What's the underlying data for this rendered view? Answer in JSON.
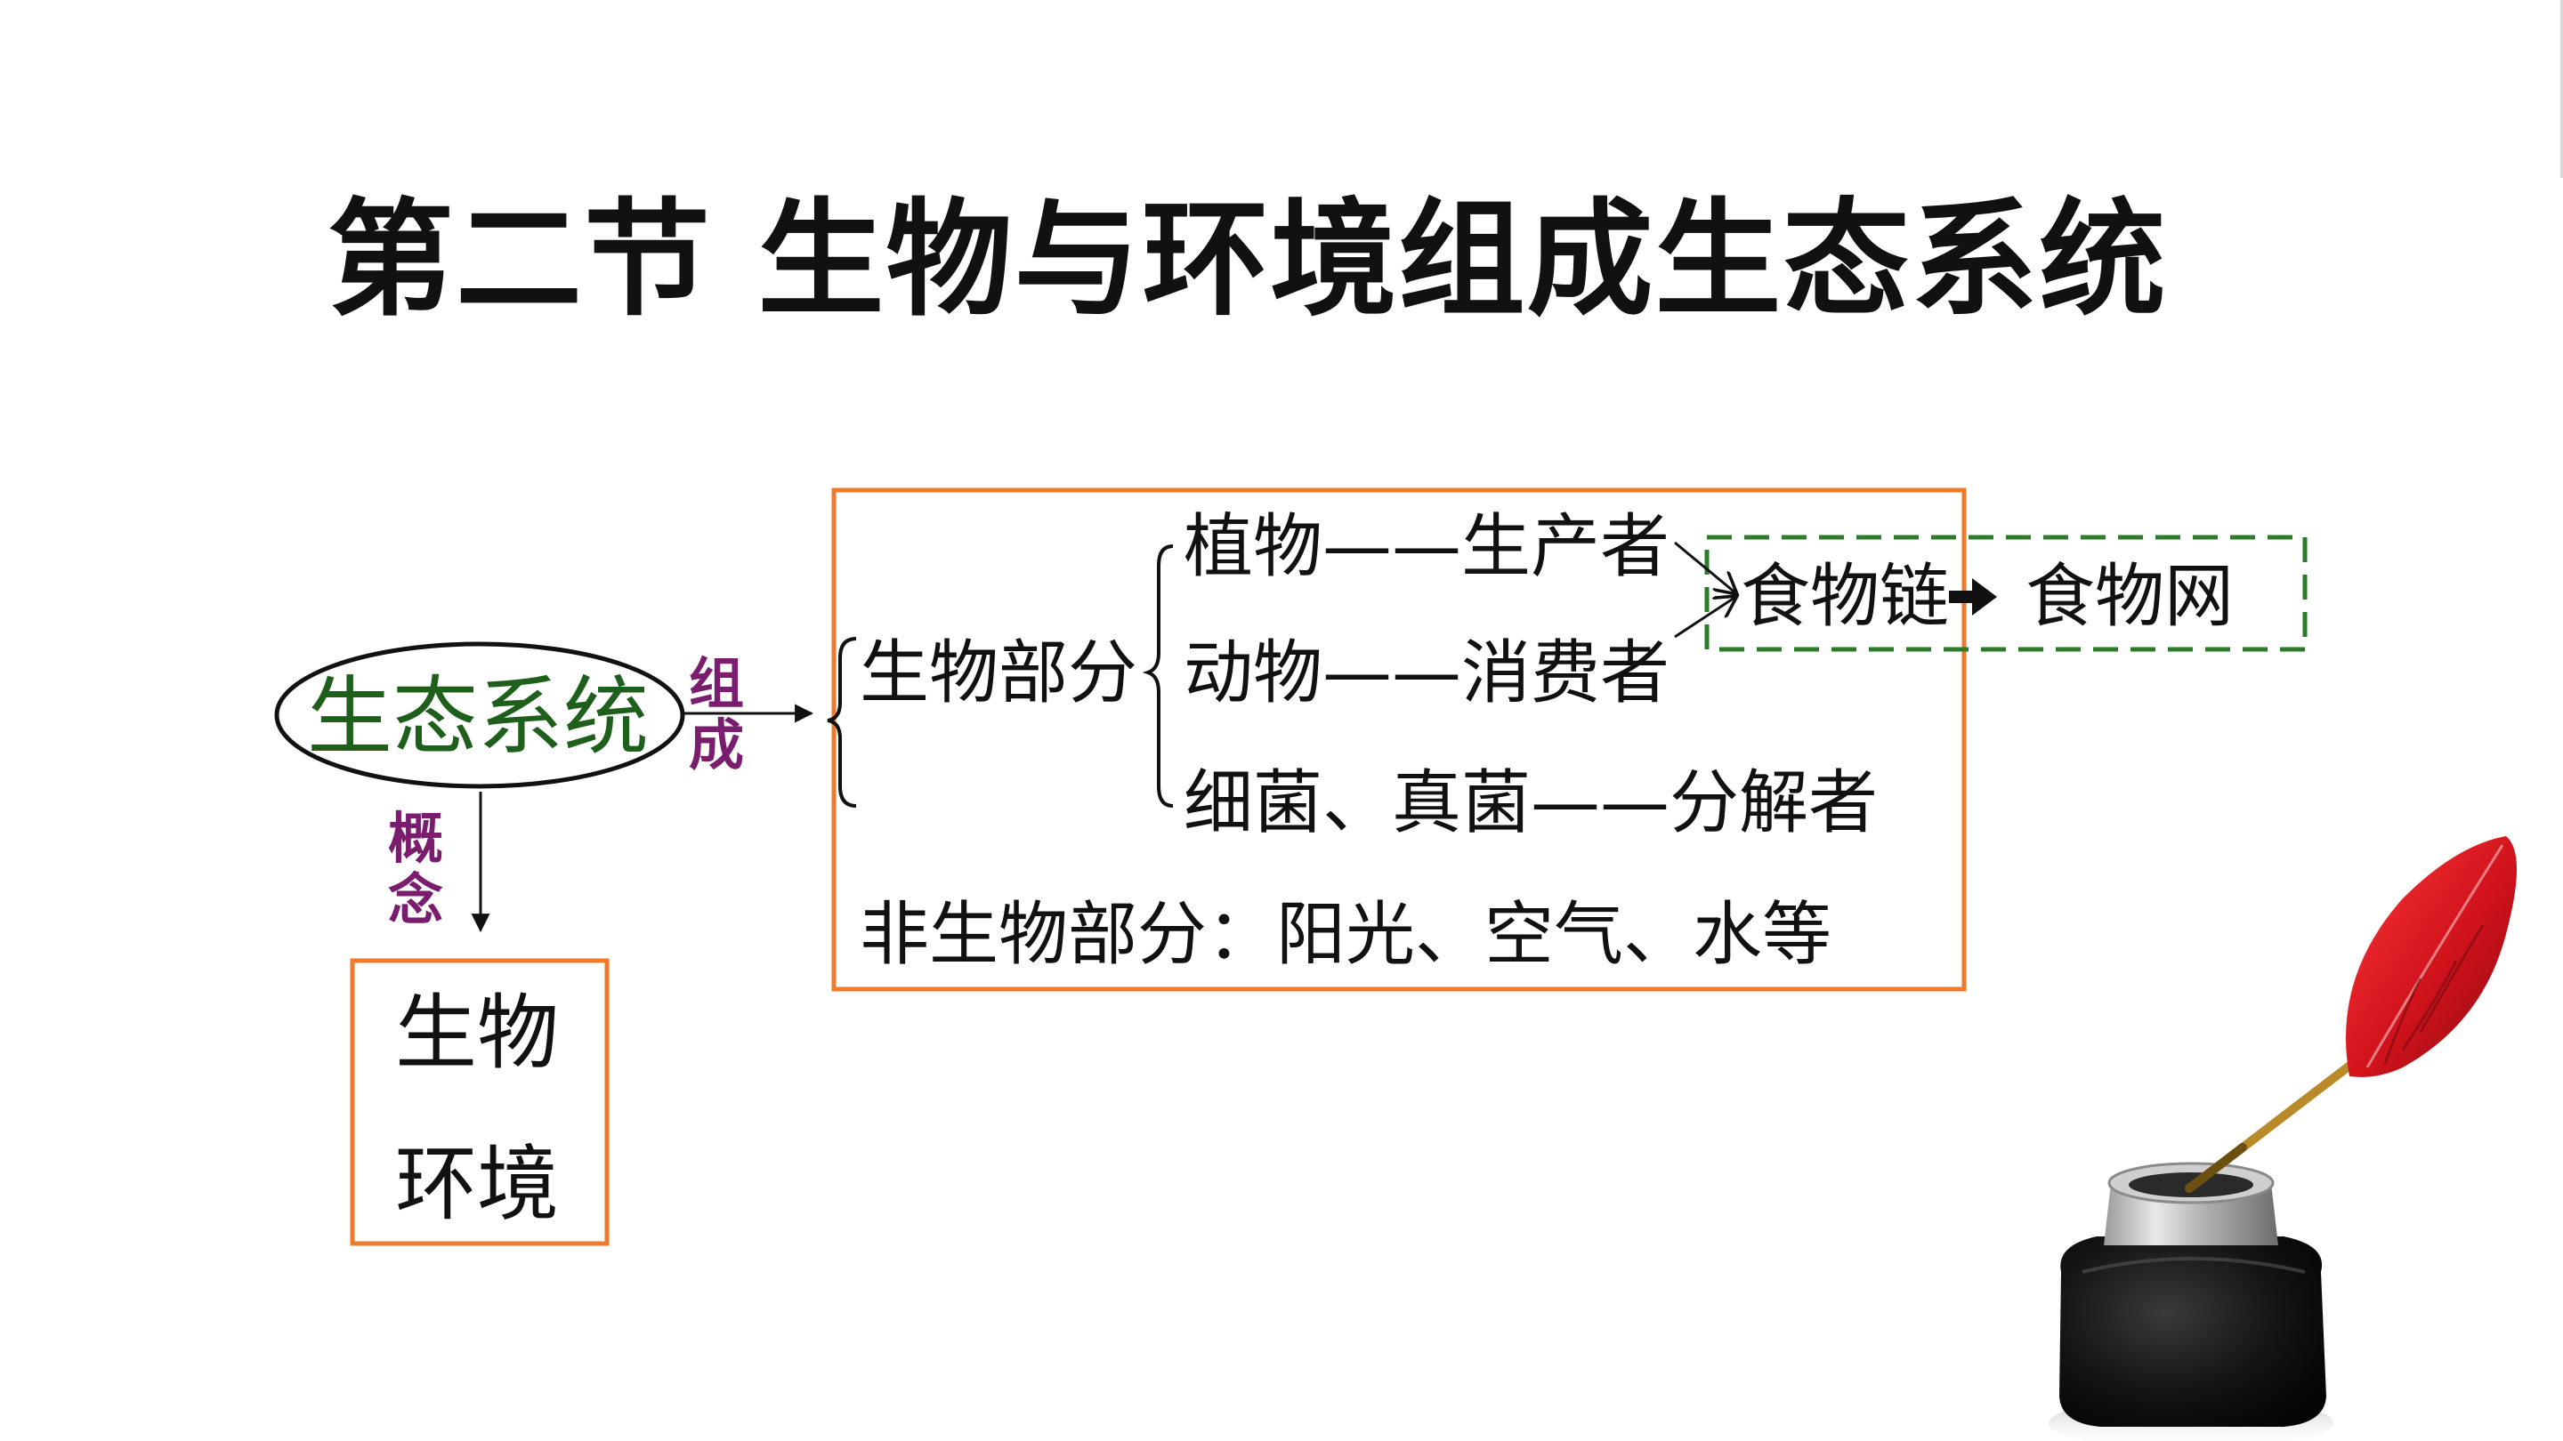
{
  "slide": {
    "title": "第二节  生物与环境组成生态系统"
  },
  "diagram": {
    "ecosystem": "生态系统",
    "composition_label": "组成",
    "concept_label": "概念",
    "concept_lines": [
      "生物",
      "环境"
    ],
    "biotic": {
      "label": "生物部分",
      "rows": [
        {
          "organism": "植物",
          "dash": "——",
          "role": "生产者"
        },
        {
          "organism": "动物",
          "dash": "——",
          "role": "消费者"
        },
        {
          "organism": "细菌、真菌",
          "dash": "——",
          "role": "分解者"
        }
      ]
    },
    "abiotic": "非生物部分：阳光、空气、水等",
    "food_chain": "食物链",
    "food_web": "食物网"
  },
  "colors": {
    "box_orange": "#ed7b2b",
    "dashed_green": "#2d7a2a",
    "ecosystem_green": "#1f5f1c",
    "label_purple": "#7a1d6f",
    "quill_red": "#d0121b",
    "ink_black": "#141414"
  },
  "decoration": {
    "ink_and_quill": "quill-pen-icon"
  }
}
